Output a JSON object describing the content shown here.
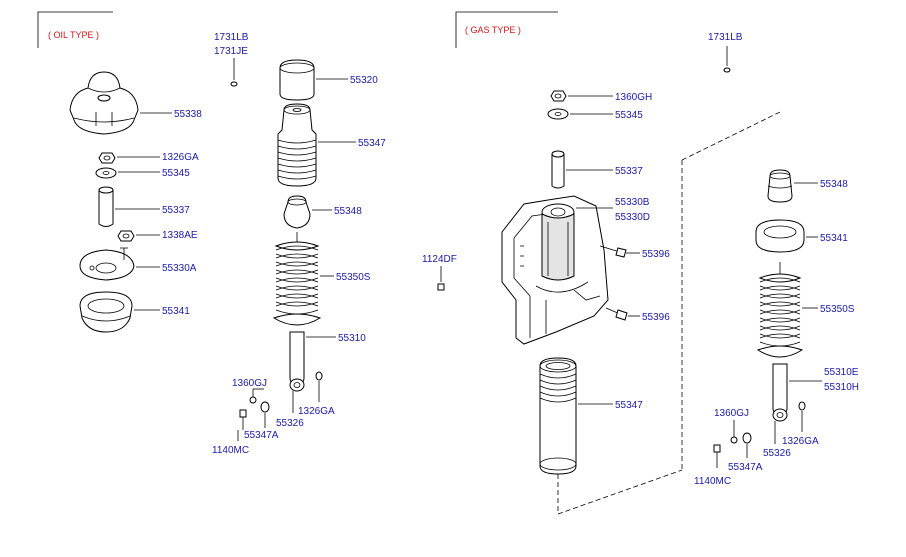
{
  "sections": {
    "oil": "( OIL TYPE )",
    "gas": "( GAS TYPE )"
  },
  "oil_labels": {
    "p1731lb": "1731LB",
    "p1731je": "1731JE",
    "p55320": "55320",
    "p55338": "55338",
    "p55347": "55347",
    "p1326ga_top": "1326GA",
    "p55345": "55345",
    "p55337": "55337",
    "p55348": "55348",
    "p1338ae": "1338AE",
    "p55330a": "55330A",
    "p55350s": "55350S",
    "p55341": "55341",
    "p55310": "55310",
    "p1360gj": "1360GJ",
    "p1326ga_bot": "1326GA",
    "p55326": "55326",
    "p55347a": "55347A",
    "p1140mc": "1140MC"
  },
  "gas_labels": {
    "p1731lb": "1731LB",
    "p1360gh": "1360GH",
    "p55345": "55345",
    "p55337": "55337",
    "p55330b": "55330B",
    "p55330d": "55330D",
    "p55396_a": "55396",
    "p55396_b": "55396",
    "p1124df": "1124DF",
    "p55347": "55347",
    "p55348": "55348",
    "p55341": "55341",
    "p55350s": "55350S",
    "p55310e": "55310E",
    "p55310h": "55310H",
    "p1360gj": "1360GJ",
    "p1326ga": "1326GA",
    "p55326": "55326",
    "p55347a": "55347A",
    "p1140mc": "1140MC"
  }
}
